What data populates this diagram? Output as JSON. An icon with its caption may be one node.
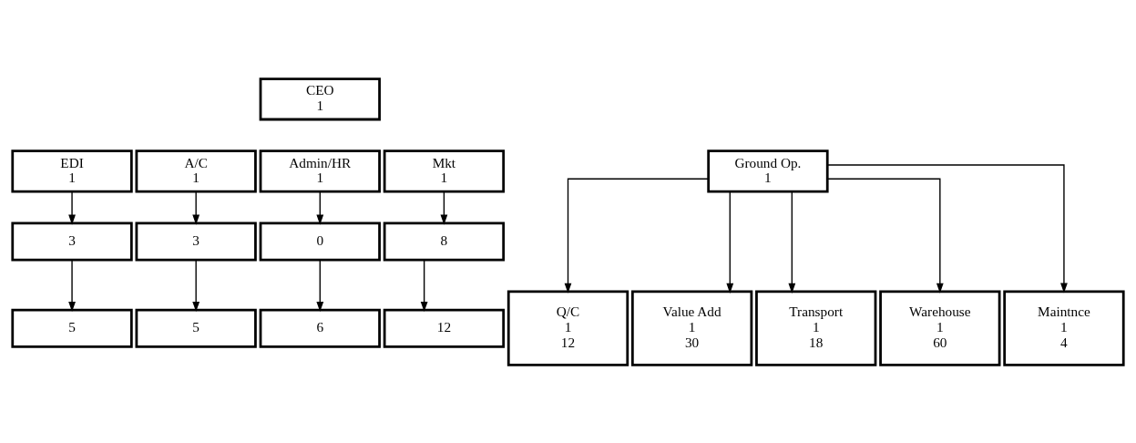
{
  "diagram": {
    "nodes": [
      {
        "text": [
          "CEO",
          "1"
        ]
      },
      {
        "text": [
          "EDI",
          "1"
        ]
      },
      {
        "text": [
          "A/C",
          "1"
        ]
      },
      {
        "text": [
          "Admin/HR",
          "1"
        ]
      },
      {
        "text": [
          "Mkt",
          "1"
        ]
      },
      {
        "text": [
          "Ground Op.",
          "1"
        ]
      },
      {
        "text": [
          "3"
        ]
      },
      {
        "text": [
          "3"
        ]
      },
      {
        "text": [
          "0"
        ]
      },
      {
        "text": [
          "8"
        ]
      },
      {
        "text": [
          "5"
        ]
      },
      {
        "text": [
          "5"
        ]
      },
      {
        "text": [
          "6"
        ]
      },
      {
        "text": [
          "12"
        ]
      },
      {
        "text": [
          "Q/C",
          "1",
          "12"
        ]
      },
      {
        "text": [
          "Value Add",
          "1",
          "30"
        ]
      },
      {
        "text": [
          "Transport",
          "1",
          "18"
        ]
      },
      {
        "text": [
          "Warehouse",
          "1",
          "60"
        ]
      },
      {
        "text": [
          "Maintnce",
          "1",
          "4"
        ]
      }
    ],
    "edges": [
      {
        "from": 1,
        "to": 6,
        "arrow": "to"
      },
      {
        "from": 2,
        "to": 7,
        "arrow": "to"
      },
      {
        "from": 3,
        "to": 8,
        "arrow": "to"
      },
      {
        "from": 4,
        "to": 9,
        "arrow": "to"
      },
      {
        "from": 6,
        "to": 10,
        "arrow": "to"
      },
      {
        "from": 7,
        "to": 11,
        "arrow": "to"
      },
      {
        "from": 8,
        "to": 12,
        "arrow": "to"
      },
      {
        "from": 9,
        "to": 13,
        "arrow": "to"
      },
      {
        "from": 5,
        "to": 14,
        "arrow": "to"
      },
      {
        "from": 5,
        "to": 15,
        "arrow": "to"
      },
      {
        "from": 5,
        "to": 16,
        "arrow": "to"
      },
      {
        "from": 5,
        "to": 17,
        "arrow": "to"
      },
      {
        "from": 5,
        "to": 18,
        "arrow": "to"
      }
    ]
  }
}
